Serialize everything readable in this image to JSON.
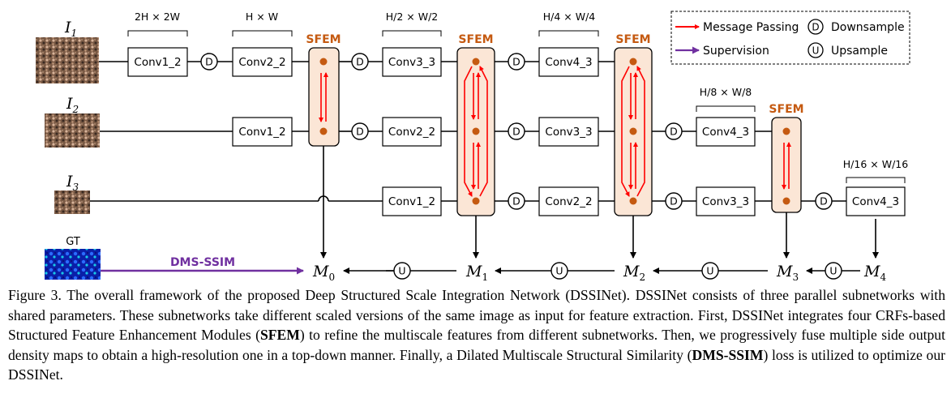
{
  "figure": {
    "inputs": [
      {
        "label": "I",
        "sub": "1"
      },
      {
        "label": "I",
        "sub": "2"
      },
      {
        "label": "I",
        "sub": "3"
      }
    ],
    "gt_label": "GT",
    "dims": {
      "d1": "2H × 2W",
      "d2": "H × W",
      "d3": "H/2 × W/2",
      "d4": "H/4 × W/4",
      "d5": "H/8 × W/8",
      "d6": "H/16 × W/16"
    },
    "conv": {
      "row1": [
        "Conv1_2",
        "Conv2_2",
        "Conv3_3",
        "Conv4_3"
      ],
      "row2": [
        "Conv1_2",
        "Conv2_2",
        "Conv3_3",
        "Conv4_3"
      ],
      "row3": [
        "Conv1_2",
        "Conv2_2",
        "Conv3_3",
        "Conv4_3"
      ]
    },
    "sfem_label": "SFEM",
    "down_glyph": "D",
    "up_glyph": "U",
    "outputs": [
      {
        "label": "M",
        "sub": "0"
      },
      {
        "label": "M",
        "sub": "1"
      },
      {
        "label": "M",
        "sub": "2"
      },
      {
        "label": "M",
        "sub": "3"
      },
      {
        "label": "M",
        "sub": "4"
      }
    ],
    "loss_label": "DMS-SSIM",
    "legend": {
      "message_passing": "Message Passing",
      "supervision": "Supervision",
      "downsample": "Downsample",
      "upsample": "Upsample"
    },
    "colors": {
      "sfem_fill": "#fbe6d6",
      "sfem_text": "#c55a11",
      "node": "#c55a11",
      "message": "#ff0000",
      "supervision": "#7030a0"
    }
  },
  "caption": {
    "p1": "Figure 3. The overall framework of the proposed Deep Structured Scale Integration Network (DSSINet).  DSSINet consists of three parallel subnetworks with shared parameters.  These subnetworks take different scaled versions of the same image as input for feature extraction. First, DSSINet integrates four CRFs-based Structured Feature Enhancement Modules (",
    "b1": "SFEM",
    "p2": ") to refine the multiscale features from different subnetworks. Then, we progressively fuse multiple side output density maps to obtain a high-resolution one in a top-down manner. Finally, a Dilated Multiscale Structural Similarity (",
    "b2": "DMS-SSIM",
    "p3": ") loss is utilized to optimize our DSSINet."
  }
}
